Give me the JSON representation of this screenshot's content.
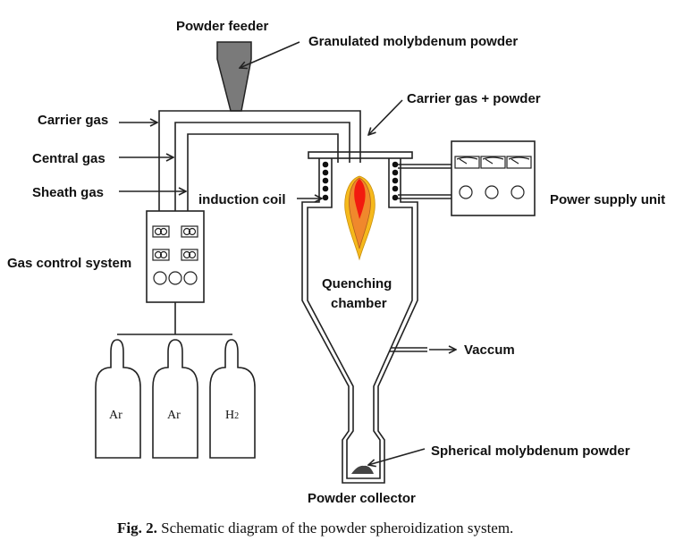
{
  "labels": {
    "powder_feeder": "Powder feeder",
    "granulated_powder": "Granulated molybdenum powder",
    "carrier_gas_powder": "Carrier gas + powder",
    "carrier_gas": "Carrier gas",
    "central_gas": "Central gas",
    "sheath_gas": "Sheath gas",
    "induction_coil": "induction coil",
    "power_supply_unit": "Power supply unit",
    "gas_control_system": "Gas control system",
    "quenching_line1": "Quenching",
    "quenching_line2": "chamber",
    "vaccum": "Vaccum",
    "spherical_powder": "Spherical molybdenum powder",
    "powder_collector": "Powder collector"
  },
  "cylinders": [
    {
      "gas": "Ar"
    },
    {
      "gas": "Ar"
    },
    {
      "gas": "H",
      "subscript": "2"
    }
  ],
  "caption": {
    "figure_label": "Fig. 2.",
    "text": " Schematic diagram of the powder spheroidization system."
  },
  "colors": {
    "feeder_fill": "#7a7a7a",
    "flame_outer": "#f6b91c",
    "flame_middle": "#f0882c",
    "flame_core": "#f21b0f"
  }
}
